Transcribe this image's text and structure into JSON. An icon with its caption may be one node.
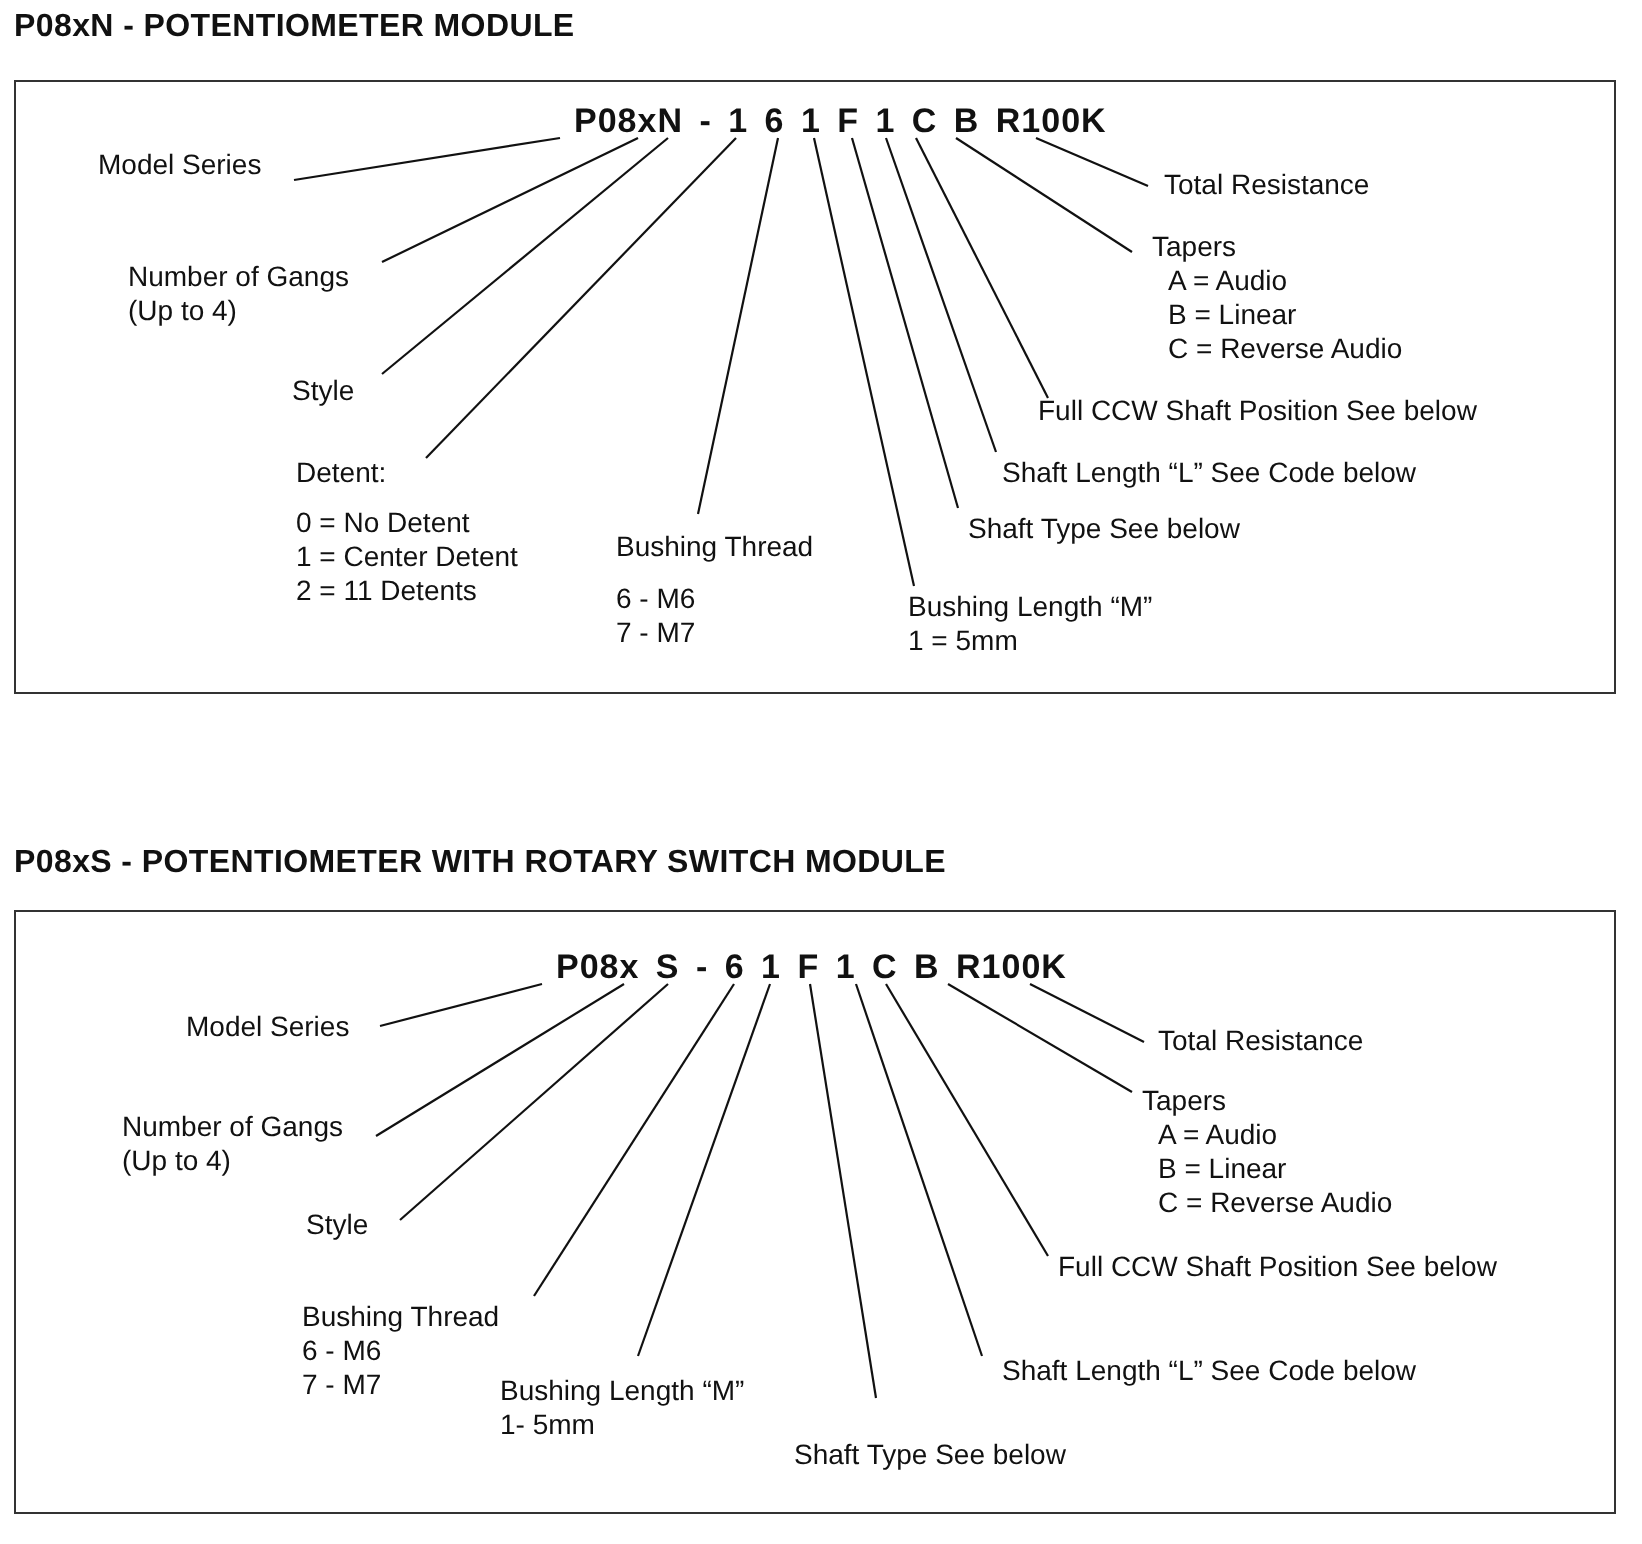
{
  "diagram": {
    "nodes": [
      {
        "text": [
          "P08xN - POTENTIOMETER MODULE"
        ]
      },
      {
        "text": [
          "P08xN - 1 6 1 F 1 C B R100K"
        ],
        "in": 0
      },
      {
        "text": [
          "Model Series"
        ],
        "in": 0
      },
      {
        "text": [
          "Number of Gangs (Up to 4)"
        ],
        "in": 0
      },
      {
        "text": [
          "Style"
        ],
        "in": 0
      },
      {
        "text": [
          "Detent:",
          "0 = No Detent",
          "1 = Center Detent",
          "2 = 11 Detents"
        ],
        "in": 0
      },
      {
        "text": [
          "Bushing Thread",
          "6 - M6",
          "7 - M7"
        ],
        "in": 0
      },
      {
        "text": [
          "Bushing Length “M”",
          "1 = 5mm"
        ],
        "in": 0
      },
      {
        "text": [
          "Shaft Type See below"
        ],
        "in": 0
      },
      {
        "text": [
          "Shaft Length “L” See Code below"
        ],
        "in": 0
      },
      {
        "text": [
          "Full CCW Shaft Position See below"
        ],
        "in": 0
      },
      {
        "text": [
          "Tapers",
          "A = Audio",
          "B = Linear",
          "C = Reverse Audio"
        ],
        "in": 0
      },
      {
        "text": [
          "Total Resistance"
        ],
        "in": 0
      },
      {
        "text": [
          "P08xS - POTENTIOMETER WITH ROTARY SWITCH MODULE"
        ]
      },
      {
        "text": [
          "P08x S - 6 1 F 1 C B R100K"
        ],
        "in": 13
      },
      {
        "text": [
          "Model Series"
        ],
        "in": 13
      },
      {
        "text": [
          "Number of Gangs (Up to 4)"
        ],
        "in": 13
      },
      {
        "text": [
          "Style"
        ],
        "in": 13
      },
      {
        "text": [
          "Bushing Thread",
          "6 - M6",
          "7 - M7"
        ],
        "in": 13
      },
      {
        "text": [
          "Bushing Length “M”",
          "1- 5mm"
        ],
        "in": 13
      },
      {
        "text": [
          "Shaft Type See below"
        ],
        "in": 13
      },
      {
        "text": [
          "Shaft Length “L” See Code below"
        ],
        "in": 13
      },
      {
        "text": [
          "Full CCW Shaft Position See below"
        ],
        "in": 13
      },
      {
        "text": [
          "Tapers",
          "A = Audio",
          "B = Linear",
          "C = Reverse Audio"
        ],
        "in": 13
      },
      {
        "text": [
          "Total Resistance"
        ],
        "in": 13
      }
    ],
    "edges": [
      {
        "from": 2,
        "to": 1,
        "arrow": "none"
      },
      {
        "from": 3,
        "to": 1,
        "arrow": "none"
      },
      {
        "from": 4,
        "to": 1,
        "arrow": "none"
      },
      {
        "from": 5,
        "to": 1,
        "arrow": "none"
      },
      {
        "from": 6,
        "to": 1,
        "arrow": "none"
      },
      {
        "from": 7,
        "to": 1,
        "arrow": "none"
      },
      {
        "from": 8,
        "to": 1,
        "arrow": "none"
      },
      {
        "from": 9,
        "to": 1,
        "arrow": "none"
      },
      {
        "from": 10,
        "to": 1,
        "arrow": "none"
      },
      {
        "from": 11,
        "to": 1,
        "arrow": "none"
      },
      {
        "from": 12,
        "to": 1,
        "arrow": "none"
      },
      {
        "from": 15,
        "to": 14,
        "arrow": "none"
      },
      {
        "from": 16,
        "to": 14,
        "arrow": "none"
      },
      {
        "from": 17,
        "to": 14,
        "arrow": "none"
      },
      {
        "from": 18,
        "to": 14,
        "arrow": "none"
      },
      {
        "from": 19,
        "to": 14,
        "arrow": "none"
      },
      {
        "from": 20,
        "to": 14,
        "arrow": "none"
      },
      {
        "from": 21,
        "to": 14,
        "arrow": "none"
      },
      {
        "from": 22,
        "to": 14,
        "arrow": "none"
      },
      {
        "from": 23,
        "to": 14,
        "arrow": "none"
      },
      {
        "from": 24,
        "to": 14,
        "arrow": "none"
      }
    ]
  }
}
